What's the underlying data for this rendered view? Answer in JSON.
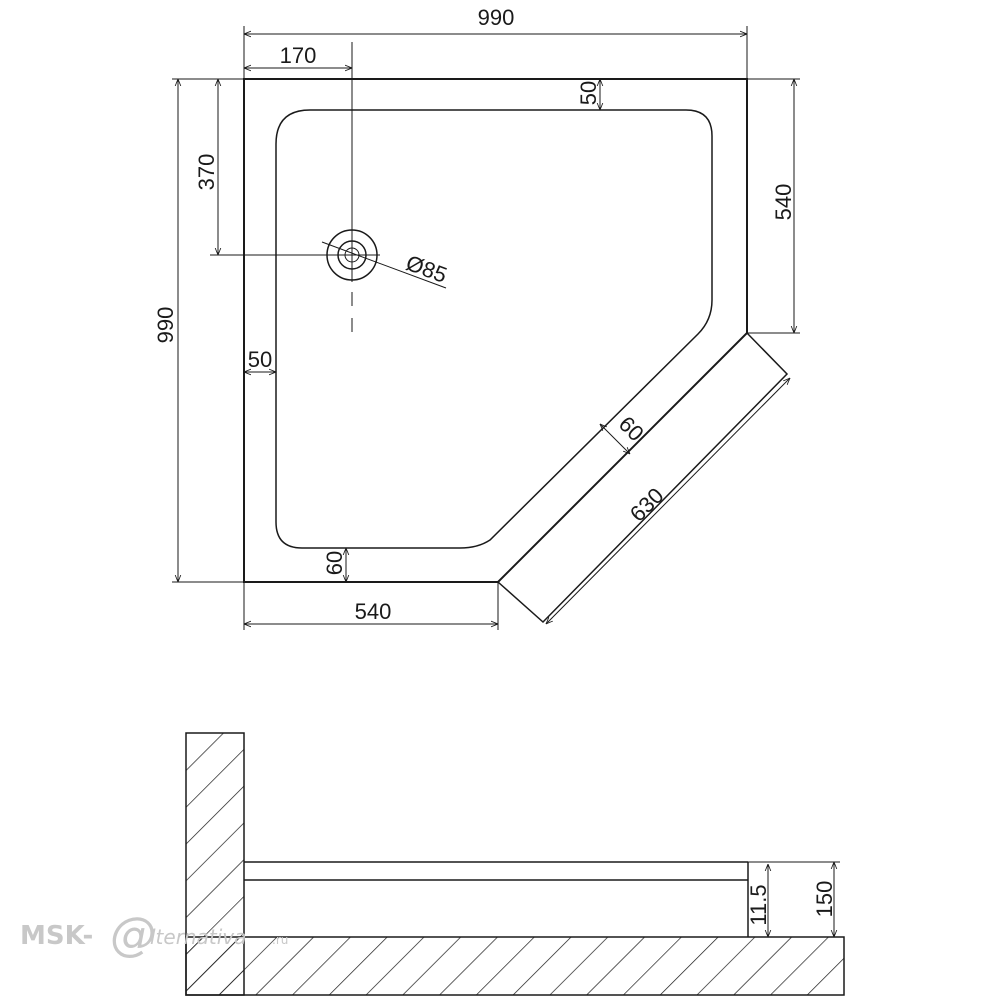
{
  "plan": {
    "dim_overall_width": "990",
    "dim_overall_depth": "990",
    "dim_drain_x": "170",
    "dim_drain_y": "370",
    "dim_rim_top": "50",
    "dim_rim_left": "50",
    "dim_rim_bottom": "60",
    "dim_rim_diagonal": "60",
    "dim_side_right": "540",
    "dim_side_bottom": "540",
    "dim_diagonal": "630",
    "dim_drain_diameter": "Ø85"
  },
  "section": {
    "dim_height": "150",
    "dim_tray_thickness": "11.5"
  },
  "watermark": {
    "prefix": "MSK-",
    "symbol": "@",
    "suffix": "lternativa",
    "tld": ".ru"
  }
}
